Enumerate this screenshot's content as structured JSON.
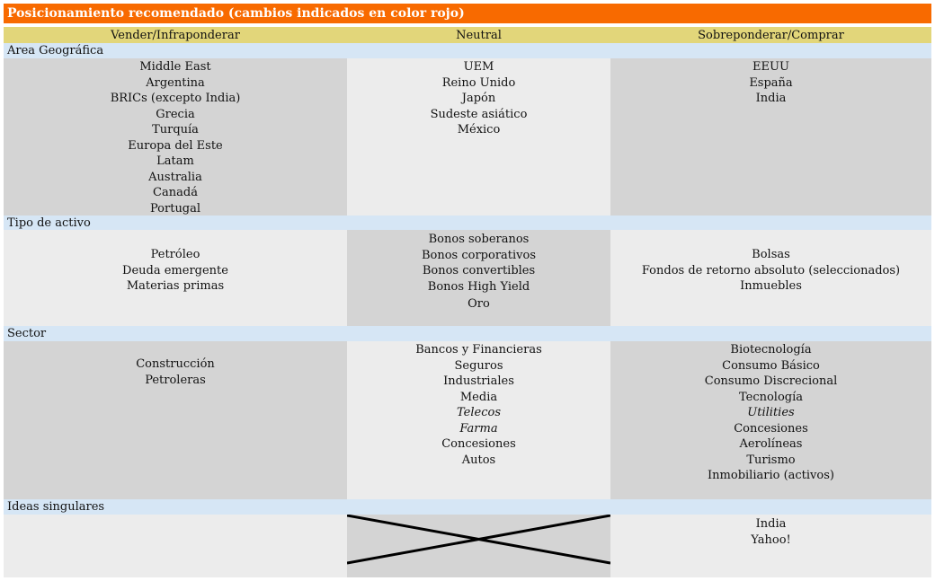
{
  "title": "Posicionamiento recomendado (cambios indicados en color rojo)",
  "columns": [
    "Vender/Infraponderar",
    "Neutral",
    "Sobreponderar/Comprar"
  ],
  "sections": [
    {
      "label": "Area Geográfica",
      "sell": [
        {
          "text": "Middle East"
        },
        {
          "text": "Argentina"
        },
        {
          "text": "BRICs (excepto India)"
        },
        {
          "text": "Grecia"
        },
        {
          "text": "Turquía"
        },
        {
          "text": "Europa del Este"
        },
        {
          "text": "Latam"
        },
        {
          "text": "Australia"
        },
        {
          "text": "Canadá"
        },
        {
          "text": "Portugal"
        }
      ],
      "neutral": [
        {
          "text": "UEM"
        },
        {
          "text": "Reino Unido"
        },
        {
          "text": "Japón"
        },
        {
          "text": "Sudeste asiático"
        },
        {
          "text": "México"
        }
      ],
      "buy": [
        {
          "text": "EEUU"
        },
        {
          "text": "España"
        },
        {
          "text": "India"
        }
      ]
    },
    {
      "label": "Tipo de activo",
      "sell": [
        {
          "text": "Petróleo"
        },
        {
          "text": "Deuda emergente"
        },
        {
          "text": "Materias primas"
        }
      ],
      "neutral": [
        {
          "text": "Bonos soberanos"
        },
        {
          "text": "Bonos corporativos"
        },
        {
          "text": "Bonos convertibles"
        },
        {
          "text": "Bonos High Yield"
        },
        {
          "text": "Oro"
        }
      ],
      "buy": [
        {
          "text": "Bolsas"
        },
        {
          "text": "Fondos de retorno absoluto (seleccionados)"
        },
        {
          "text": "Inmuebles"
        }
      ]
    },
    {
      "label": "Sector",
      "sell": [
        {
          "text": "Construcción"
        },
        {
          "text": "Petroleras"
        }
      ],
      "neutral": [
        {
          "text": "Bancos y Financieras"
        },
        {
          "text": "Seguros"
        },
        {
          "text": "Industriales"
        },
        {
          "text": "Media"
        },
        {
          "text": "Telecos",
          "italic": true
        },
        {
          "text": "Farma",
          "italic": true
        },
        {
          "text": "Concesiones"
        },
        {
          "text": "Autos"
        }
      ],
      "buy": [
        {
          "text": "Biotecnología"
        },
        {
          "text": "Consumo Básico"
        },
        {
          "text": "Consumo Discrecional"
        },
        {
          "text": "Tecnología"
        },
        {
          "text": "Utilities",
          "italic": true
        },
        {
          "text": "Concesiones"
        },
        {
          "text": "Aerolíneas"
        },
        {
          "text": "Turismo"
        },
        {
          "text": "Inmobiliario (activos)"
        }
      ]
    },
    {
      "label": "Ideas singulares",
      "sell": [],
      "neutral": [],
      "buy": [
        {
          "text": "India"
        },
        {
          "text": "Yahoo!"
        }
      ]
    }
  ]
}
